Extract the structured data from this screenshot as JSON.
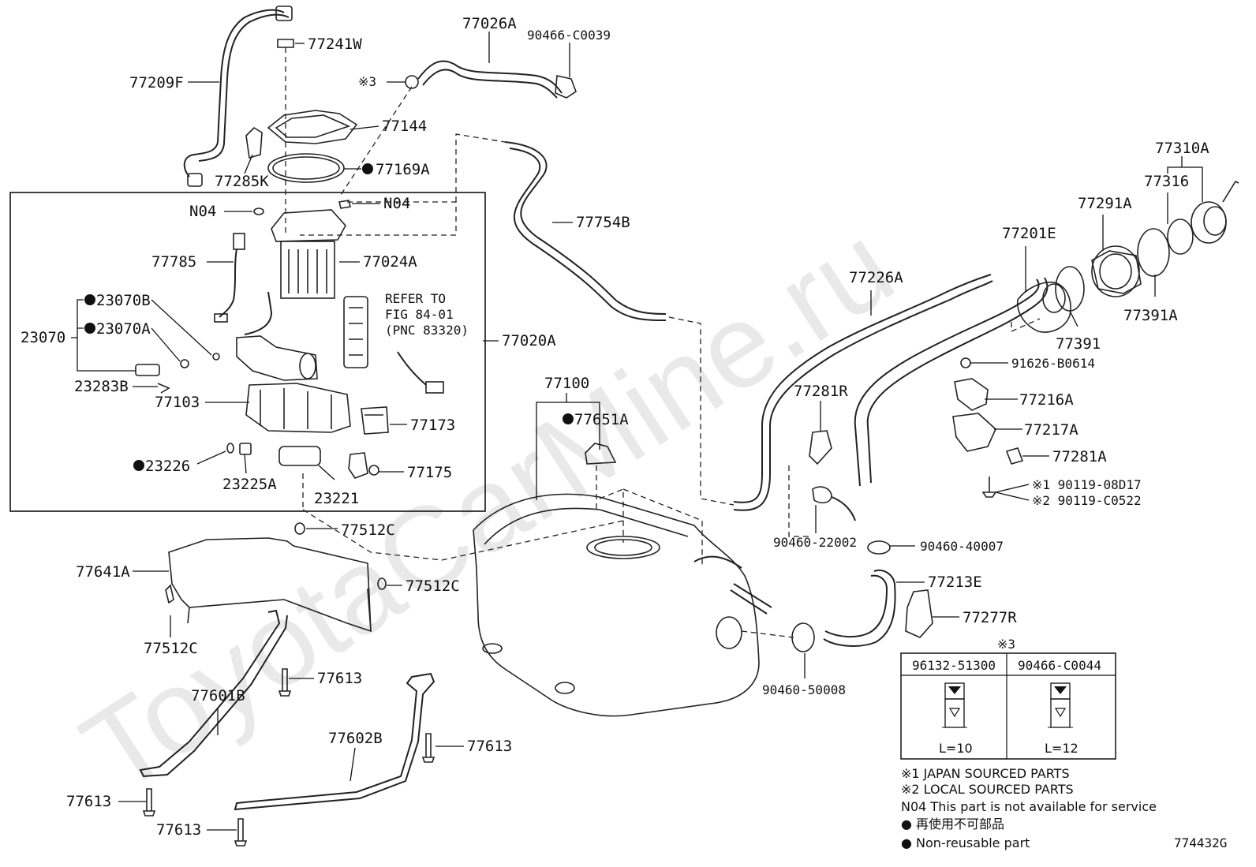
{
  "watermark": "ToyotaCarMine.ru",
  "figure_code": "774432G",
  "labels": {
    "p77241W": "77241W",
    "p77209F": "77209F",
    "p77026A": "77026A",
    "p90466C0039": "90466-C0039",
    "x3": "※3",
    "p77144": "77144",
    "p77285K": "77285K",
    "p77169A": "77169A",
    "n04a": "N04",
    "n04b": "N04",
    "p77754B": "77754B",
    "p77785": "77785",
    "p77024A": "77024A",
    "p23070B": "23070B",
    "p23070A": "23070A",
    "p23070": "23070",
    "p23283B": "23283B",
    "p77103": "77103",
    "p77173": "77173",
    "p23226": "23226",
    "p23225A": "23225A",
    "p23221": "23221",
    "p77175": "77175",
    "p77020A": "77020A",
    "p77512C_1": "77512C",
    "p77512C_2": "77512C",
    "p77512C_3": "77512C",
    "p77641A": "77641A",
    "p77601B": "77601B",
    "p77613_1": "77613",
    "p77613_2": "77613",
    "p77613_3": "77613",
    "p77613_4": "77613",
    "p77602B": "77602B",
    "p77100": "77100",
    "p77651A": "77651A",
    "p77226A": "77226A",
    "p77201E": "77201E",
    "p77291A": "77291A",
    "p77316": "77316",
    "p77310A": "77310A",
    "p77391A": "77391A",
    "p77391": "77391",
    "p91626B0614": "91626-B0614",
    "p77216A": "77216A",
    "p77281R": "77281R",
    "p77217A": "77217A",
    "p77281A": "77281A",
    "p90119_08D17": "※1 90119-08D17",
    "p90119_C0522": "※2 90119-C0522",
    "p90460_22002": "90460-22002",
    "p90460_40007": "90460-40007",
    "p77213E": "77213E",
    "p77277R": "77277R",
    "p90460_50008": "90460-50008"
  },
  "refer": {
    "line1": "REFER TO",
    "line2": "FIG 84-01",
    "line3": "(PNC 83320)"
  },
  "clip_table": {
    "mark": "※3",
    "col1_part": "96132-51300",
    "col2_part": "90466-C0044",
    "col1_len": "L=10",
    "col2_len": "L=12"
  },
  "legend": {
    "x1": "※1  JAPAN SOURCED PARTS",
    "x2": "※2  LOCAL SOURCED PARTS",
    "n04": "N04 This part is not available for service",
    "jp": "● 再使用不可部品",
    "en": "● Non-reusable part"
  }
}
